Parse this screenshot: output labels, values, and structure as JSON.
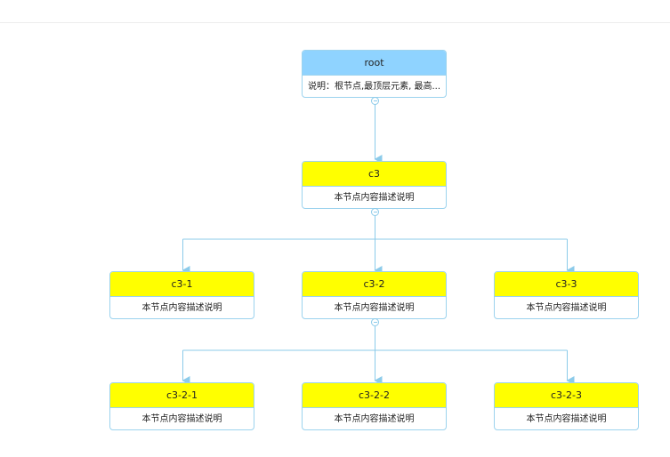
{
  "colors": {
    "root_header": "#8fd3ff",
    "child_header": "#ffff00",
    "border": "#9cd3ee",
    "edge": "#8ccbea"
  },
  "nodes": [
    {
      "id": "root",
      "title": "root",
      "desc": "说明：根节点,最顶层元素, 最高...",
      "header_color": "#8fd3ff"
    },
    {
      "id": "c3",
      "title": "c3",
      "desc": "本节点内容描述说明",
      "header_color": "#ffff00"
    },
    {
      "id": "c3-1",
      "title": "c3-1",
      "desc": "本节点内容描述说明",
      "header_color": "#ffff00"
    },
    {
      "id": "c3-2",
      "title": "c3-2",
      "desc": "本节点内容描述说明",
      "header_color": "#ffff00"
    },
    {
      "id": "c3-3",
      "title": "c3-3",
      "desc": "本节点内容描述说明",
      "header_color": "#ffff00"
    },
    {
      "id": "c3-2-1",
      "title": "c3-2-1",
      "desc": "本节点内容描述说明",
      "header_color": "#ffff00"
    },
    {
      "id": "c3-2-2",
      "title": "c3-2-2",
      "desc": "本节点内容描述说明",
      "header_color": "#ffff00"
    },
    {
      "id": "c3-2-3",
      "title": "c3-2-3",
      "desc": "本节点内容描述说明",
      "header_color": "#ffff00"
    }
  ],
  "edges": [
    {
      "from": "root",
      "to": "c3"
    },
    {
      "from": "c3",
      "to": "c3-1"
    },
    {
      "from": "c3",
      "to": "c3-2"
    },
    {
      "from": "c3",
      "to": "c3-3"
    },
    {
      "from": "c3-2",
      "to": "c3-2-1"
    },
    {
      "from": "c3-2",
      "to": "c3-2-2"
    },
    {
      "from": "c3-2",
      "to": "c3-2-3"
    }
  ]
}
